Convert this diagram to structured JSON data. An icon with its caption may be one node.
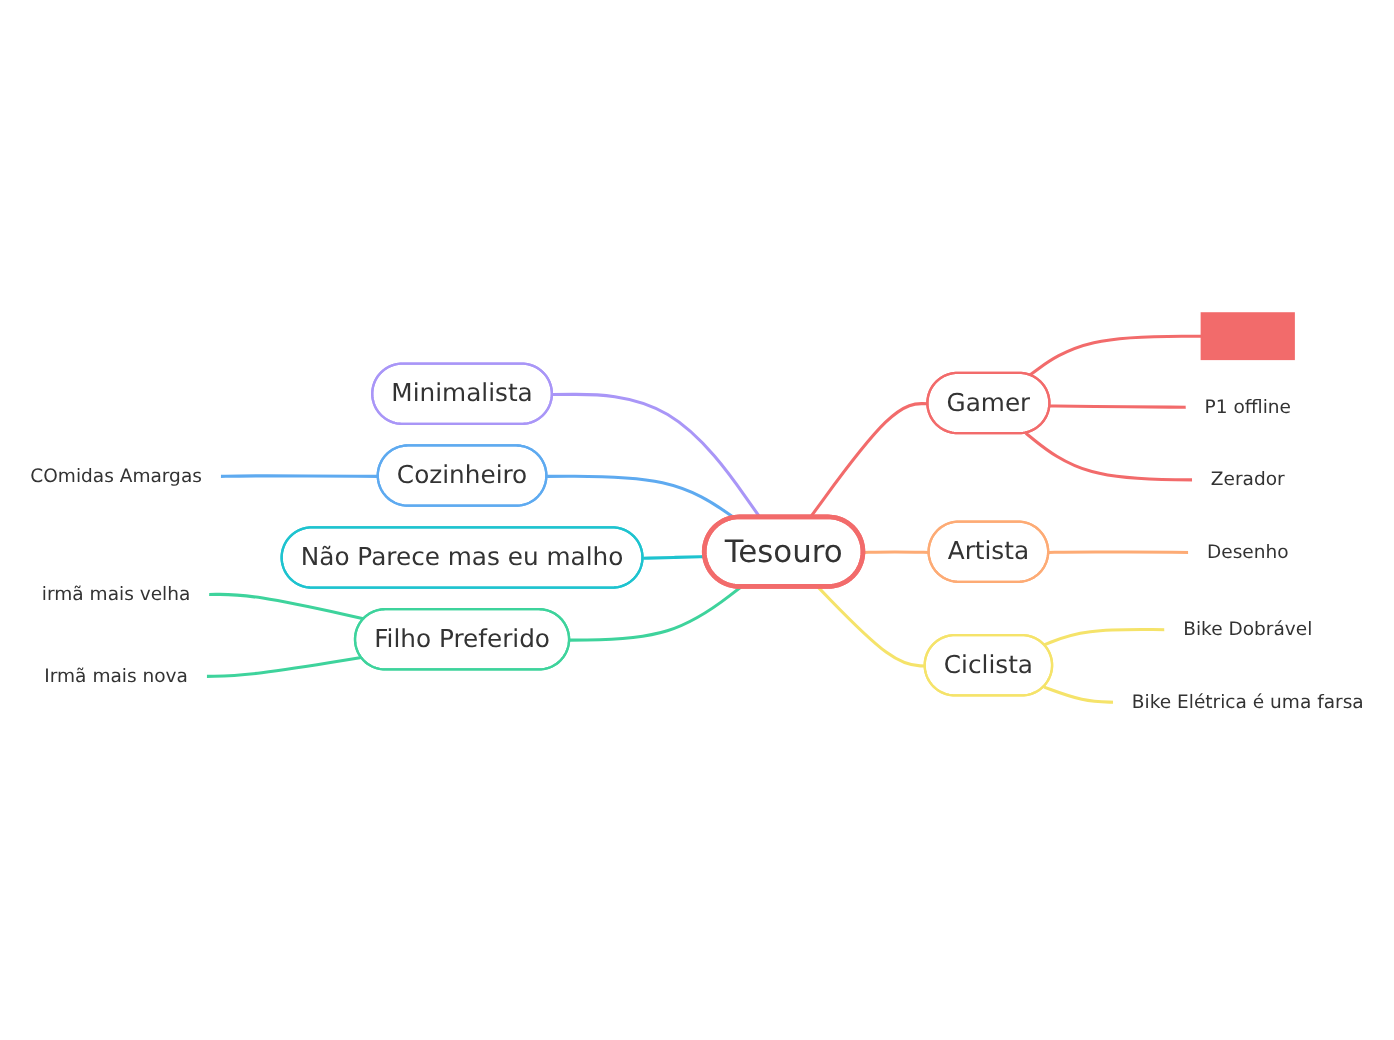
{
  "diagram": {
    "nodes": [
      {
        "text": [
          "Tesouro"
        ]
      },
      {
        "text": [
          "Minimalista"
        ]
      },
      {
        "text": [
          "Cozinheiro"
        ]
      },
      {
        "text": [
          "COmidas Amargas"
        ]
      },
      {
        "text": [
          "Não Parece mas eu malho"
        ]
      },
      {
        "text": [
          "Filho Preferido"
        ]
      },
      {
        "text": [
          "irmã mais velha"
        ]
      },
      {
        "text": [
          "Irmã mais nova"
        ]
      },
      {
        "text": [
          "Gamer"
        ]
      },
      {
        "text": [],
        "shape": "bar"
      },
      {
        "text": [
          "P1 offline"
        ]
      },
      {
        "text": [
          "Zerador"
        ]
      },
      {
        "text": [
          "Artista"
        ]
      },
      {
        "text": [
          "Desenho"
        ]
      },
      {
        "text": [
          "Ciclista"
        ]
      },
      {
        "text": [
          "Bike Dobrável"
        ]
      },
      {
        "text": [
          "Bike Elétrica é uma farsa"
        ]
      }
    ],
    "edges": [
      {
        "from": 1,
        "to": 0,
        "arrow": "none",
        "color": "#a996f7"
      },
      {
        "from": 2,
        "to": 0,
        "arrow": "none",
        "color": "#5eaaf0"
      },
      {
        "from": 3,
        "to": 2,
        "arrow": "none",
        "color": "#5eaaf0"
      },
      {
        "from": 4,
        "to": 0,
        "arrow": "none",
        "color": "#1ec3cf"
      },
      {
        "from": 5,
        "to": 0,
        "arrow": "none",
        "color": "#3ed39c"
      },
      {
        "from": 6,
        "to": 5,
        "arrow": "none",
        "color": "#3ed39c"
      },
      {
        "from": 7,
        "to": 5,
        "arrow": "none",
        "color": "#3ed39c"
      },
      {
        "from": 0,
        "to": 8,
        "arrow": "none"
      },
      {
        "from": 8,
        "to": 9,
        "arrow": "none"
      },
      {
        "from": 8,
        "to": 10,
        "arrow": "none"
      },
      {
        "from": 8,
        "to": 11,
        "arrow": "none"
      },
      {
        "from": 0,
        "to": 12,
        "arrow": "none",
        "color": "#fdab75"
      },
      {
        "from": 12,
        "to": 13,
        "arrow": "none",
        "color": "#fdab75"
      },
      {
        "from": 0,
        "to": 14,
        "arrow": "none",
        "color": "#f5e36a"
      },
      {
        "from": 14,
        "to": 15,
        "arrow": "none",
        "color": "#f5e36a"
      },
      {
        "from": 14,
        "to": 16,
        "arrow": "none",
        "color": "#f5e36a"
      }
    ]
  }
}
